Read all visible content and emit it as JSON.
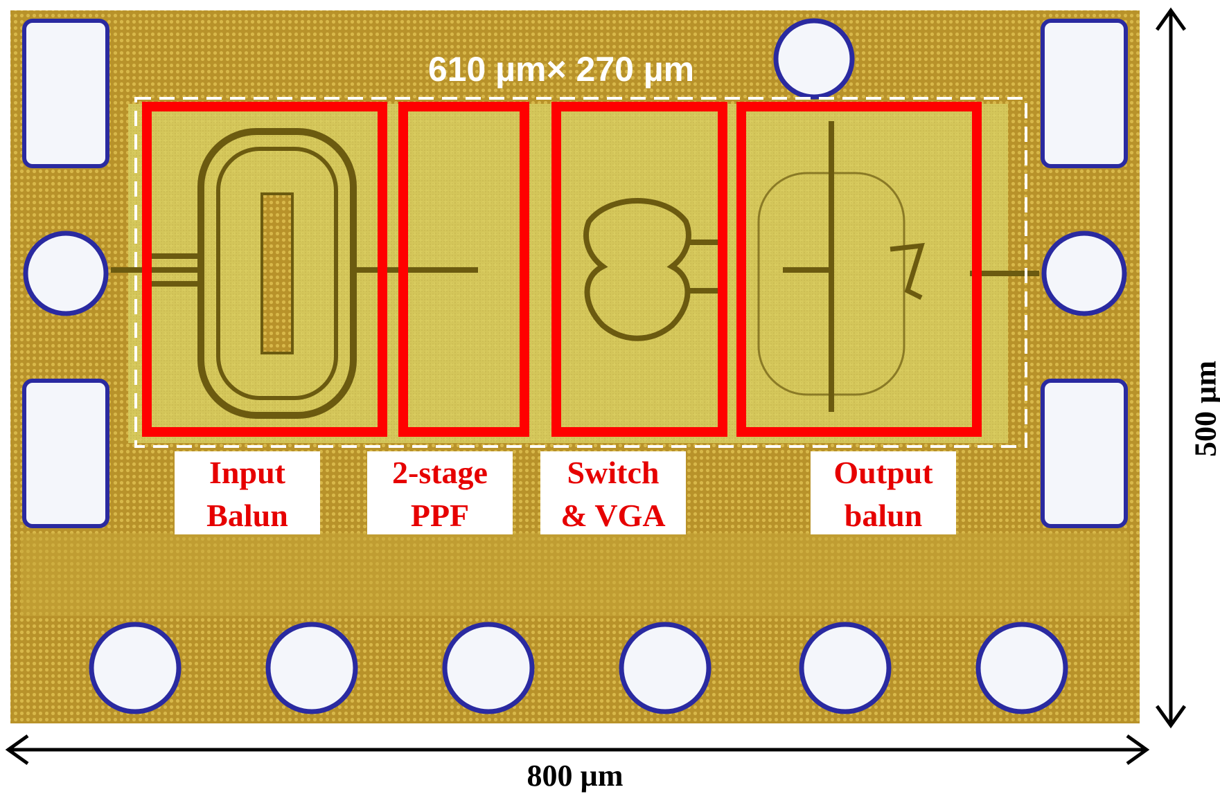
{
  "die_size_label": "610 µm× 270 µm",
  "width_label": "800 µm",
  "height_label": "500 µm",
  "blocks": [
    {
      "label": "Input\nBalun"
    },
    {
      "label": "2-stage\nPPF"
    },
    {
      "label": "Switch\n& VGA"
    },
    {
      "label": "Output\nbalun"
    }
  ],
  "colors": {
    "substrate": "#c9a530",
    "metal": "#e6d45a",
    "pad": "#f4f6fb",
    "pad_ring": "#2a2aa0",
    "highlight": "#ff0000",
    "dashed_box": "#ffffff"
  }
}
